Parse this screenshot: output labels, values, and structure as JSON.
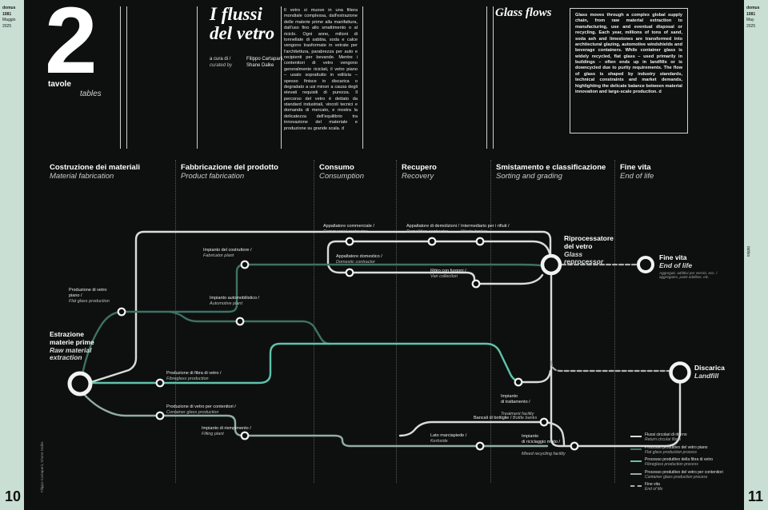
{
  "strips": {
    "left": {
      "magazine": "domus 1081",
      "month": "Maggio",
      "year": "2025",
      "page": "10"
    },
    "right": {
      "magazine": "domus 1081",
      "month": "May",
      "year": "2025",
      "page": "11",
      "side_label": "tables"
    }
  },
  "header": {
    "issue_number": "2",
    "tavole": "tavole",
    "tables": "tables",
    "title_line1": "I flussi",
    "title_line2": "del vetro",
    "curated_label_it": "a cura di /",
    "curated_label_en": "curated by",
    "curators": "Filippo Cartapani,\nShane Dalke",
    "intro_it": "Il vetro si muove in una filiera mondiale complessa, dall'estrazione delle materie prime alla manifattura, dall'uso fino allo smaltimento o al riciclo. Ogni anno, milioni di tonnellate di sabbia, soda e calce vengono trasformate in vetrate per l'architettura, parabrezza per auto e recipienti per bevande. Mentre i contenitori di vetro vengono generalmente riciclati, il vetro piano – usato soprattutto in edilizia – spesso finisce in discarica o degradato a usi minori a causa degli elevati requisiti di purezza. Il percorso del vetro è dettato da standard industriali, vincoli tecnici e domanda di mercato, e mostra la delicatezza dell'equilibrio tra innovazione del materiale e produzione su grande scala. d",
    "title_en": "Glass flows",
    "intro_en": "Glass moves through a complex global supply chain, from raw material extraction to manufacturing, use and eventual disposal or recycling. Each year, millions of tons of sand, soda ash and limestones are transformed into architectural glazing, automotive windshields and beverage containers. While container glass is widely recycled, flat glass – used primarily in buildings – often ends up in landfills or is downcycled due to purity requirements. The flow of glass is shaped by industry standards, technical constraints and market demands, highlighting the delicate balance between material innovation and large-scale production. d"
  },
  "credit": "Filippo Cartapani, Shane Dalke",
  "stages": [
    {
      "it": "Costruzione dei materiali",
      "en": "Material fabrication"
    },
    {
      "it": "Fabbricazione del prodotto",
      "en": "Product fabrication"
    },
    {
      "it": "Consumo",
      "en": "Consumption"
    },
    {
      "it": "Recupero",
      "en": "Recovery"
    },
    {
      "it": "Smistamento e classificazione",
      "en": "Sorting and grading"
    },
    {
      "it": "Fine vita",
      "en": "End of life"
    }
  ],
  "nodes": {
    "raw": {
      "it": "Estrazione\nmaterie prime",
      "en": "Raw material\nextraction"
    },
    "flat": {
      "it": "Produzione di vetro piano /",
      "en": "Flat glass production"
    },
    "fabricator": {
      "it": "Impianto del costruttore /",
      "en": "Fabricator plant"
    },
    "automotive": {
      "it": "Impianto automobilistico /",
      "en": "Automotive plant"
    },
    "commercial": {
      "it": "Appaltatore commerciale /",
      "en": "Commercial contractor"
    },
    "domestic": {
      "it": "Appaltatore domestico /",
      "en": "Domestic contractor"
    },
    "demolition": {
      "it": "Appaltatore di demolizioni /",
      "en": "Demolition contractor"
    },
    "waste": {
      "it": "Intermediario per i rifiuti /",
      "en": "Waste broker"
    },
    "van": {
      "it": "Ritiro con furgoni /",
      "en": "Van collection"
    },
    "reprocessor": {
      "it": "Riprocessatore\ndel vetro",
      "en": "Glass\nreprocessor"
    },
    "finevita": {
      "it": "Fine vita",
      "en": "End of life",
      "note": "Aggregati, additivi per vernici, ecc. / aggregates, paint additive, etc."
    },
    "landfill": {
      "it": "Discarica",
      "en": "Landfill"
    },
    "fibreglass": {
      "it": "Produzione di fibra di vetro /",
      "en": "Fibreglass production"
    },
    "container": {
      "it": "Produzione di vetro per contenitori /",
      "en": "Container glass production"
    },
    "filling": {
      "it": "Impianto di riempimento /",
      "en": "Filling plant"
    },
    "treatment": {
      "it": "Impianto\ndi trattamento /",
      "en": "Treatment facility"
    },
    "bottle": {
      "it": "Bancali di bottiglie /",
      "en": "Bottle banks"
    },
    "kerbside": {
      "it": "Lato marciapiede /",
      "en": "Kerbside"
    },
    "mixed": {
      "it": "Impianto\ndi riciclaggio misto /",
      "en": "Mixed recycling facility"
    }
  },
  "legend": [
    {
      "it": "Flussi circolari di ritorno",
      "en": "Return circular flows",
      "color": "#d9ddd9",
      "style": "solid"
    },
    {
      "it": "Processo produttivo del vetro piano",
      "en": "Flat glass production process",
      "color": "#3e7265",
      "style": "solid"
    },
    {
      "it": "Processo produttivo della fibra di vetro",
      "en": "Fibreglass production process",
      "color": "#5fc3ad",
      "style": "solid"
    },
    {
      "it": "Processo produttivo del vetro per contenitori",
      "en": "Container glass production process",
      "color": "#93aca3",
      "style": "solid"
    },
    {
      "it": "Fine vita",
      "en": "End of life",
      "color": "#a9b1ad",
      "style": "dashed"
    }
  ],
  "edges": [
    {
      "from": "raw",
      "to": "flat",
      "process": "flat_glass"
    },
    {
      "from": "raw",
      "to": "fibreglass",
      "process": "fibreglass"
    },
    {
      "from": "raw",
      "to": "container",
      "process": "container_glass"
    },
    {
      "from": "flat",
      "to": "fabricator",
      "process": "flat_glass"
    },
    {
      "from": "flat",
      "to": "automotive",
      "process": "flat_glass"
    },
    {
      "from": "fabricator",
      "to": "commercial",
      "process": "return"
    },
    {
      "from": "fabricator",
      "to": "domestic",
      "process": "return"
    },
    {
      "from": "commercial",
      "to": "demolition",
      "process": "return"
    },
    {
      "from": "demolition",
      "to": "waste",
      "process": "return"
    },
    {
      "from": "waste",
      "to": "reprocessor",
      "process": "return"
    },
    {
      "from": "domestic",
      "to": "van",
      "process": "return"
    },
    {
      "from": "van",
      "to": "reprocessor",
      "process": "return"
    },
    {
      "from": "container",
      "to": "filling",
      "process": "container_glass"
    },
    {
      "from": "filling",
      "to": "kerbside",
      "process": "container_glass"
    },
    {
      "from": "kerbside",
      "to": "mixed",
      "process": "return"
    },
    {
      "from": "bottle",
      "to": "mixed",
      "process": "return"
    },
    {
      "from": "mixed",
      "to": "reprocessor",
      "process": "return"
    },
    {
      "from": "treatment",
      "to": "reprocessor",
      "process": "return"
    },
    {
      "from": "reprocessor",
      "to": "finevita",
      "process": "end_of_life"
    },
    {
      "from": "reprocessor",
      "to": "landfill",
      "process": "end_of_life"
    },
    {
      "from": "mixed",
      "to": "landfill",
      "process": "return"
    },
    {
      "from": "reprocessor",
      "to": "raw",
      "process": "return"
    }
  ],
  "colors": {
    "background": "#0e100f",
    "strip": "#c9dfd3",
    "return_flow": "#d9ddd9",
    "flat_glass": "#3e7265",
    "fibreglass": "#5fc3ad",
    "container_glass": "#93aca3",
    "end_of_life": "#a9b1ad"
  }
}
